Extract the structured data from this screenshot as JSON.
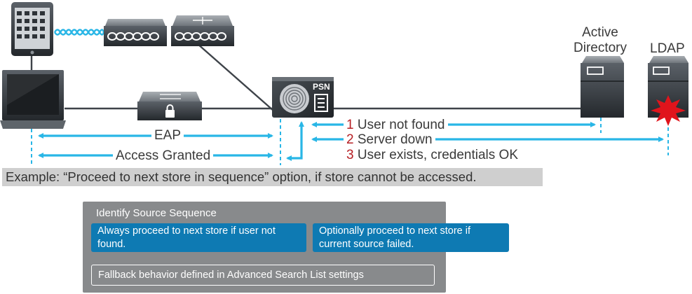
{
  "nodes": {
    "psn_label": "PSN",
    "active_directory": [
      "Active",
      "Directory"
    ],
    "ldap": "LDAP"
  },
  "flows": {
    "eap": "EAP",
    "access_granted": "Access Granted",
    "results": [
      {
        "num": "1",
        "text": "User not found"
      },
      {
        "num": "2",
        "text": "Server down"
      },
      {
        "num": "3",
        "text": "User exists, credentials OK"
      }
    ]
  },
  "example_text": "Example: “Proceed to next store in sequence” option, if store cannot be accessed.",
  "panel": {
    "title": "Identify Source Sequence",
    "option_left": "Always proceed to next store if user not found.",
    "option_right": "Optionally proceed to next store if current source failed.",
    "fallback": "Fallback behavior defined in Advanced Search List settings"
  },
  "colors": {
    "accent": "#29b6e6",
    "device": "#3e4349",
    "error": "#e0141c",
    "panel": "#888a8c",
    "option": "#0e7ab3"
  }
}
